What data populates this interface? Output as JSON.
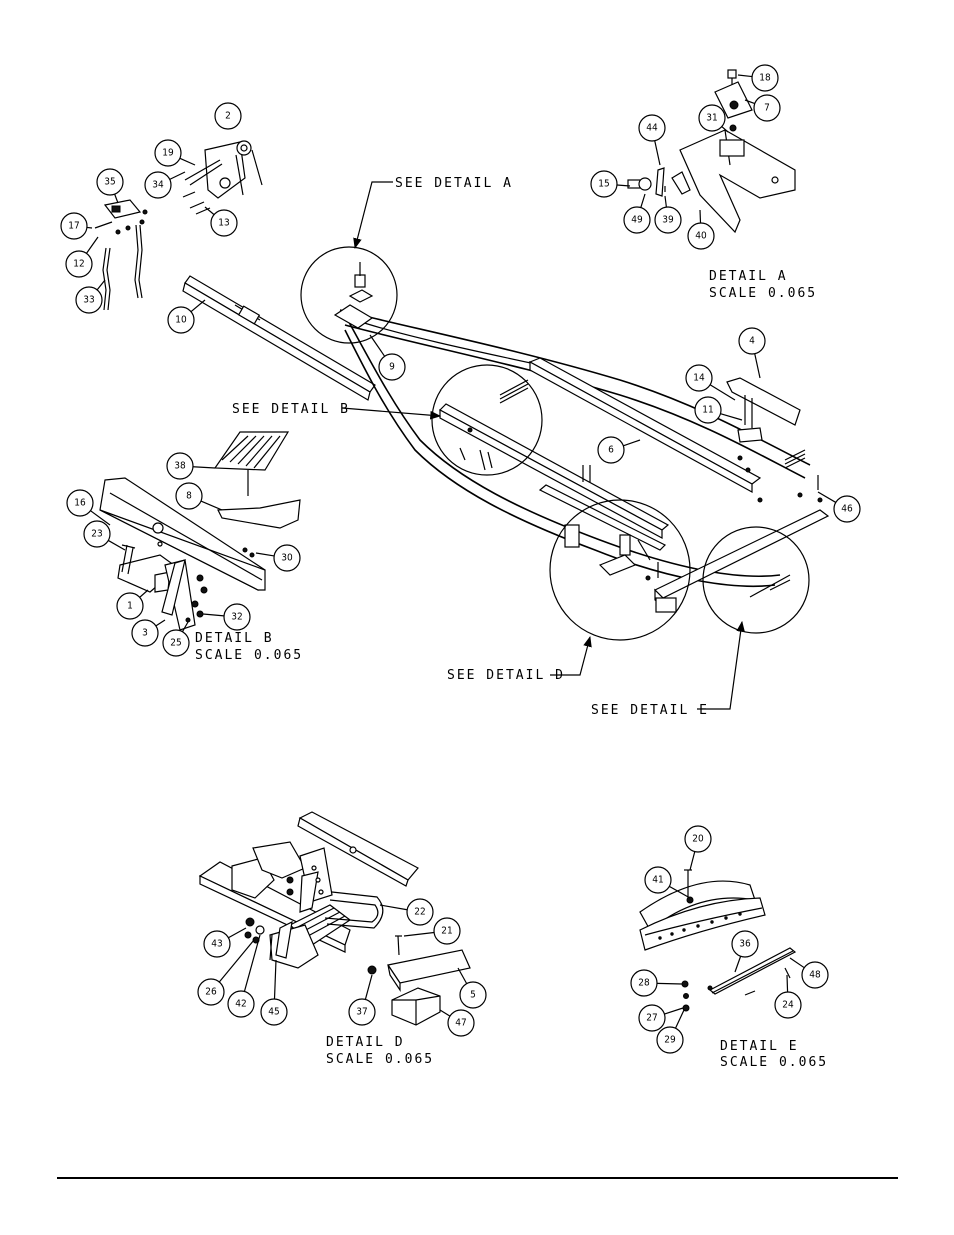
{
  "detail_labels": {
    "see_a": "SEE DETAIL  A",
    "see_b": "SEE DETAIL  B",
    "see_d": "SEE DETAIL  D",
    "see_e": "SEE DETAIL  E",
    "a_title": "DETAIL  A",
    "a_scale": "SCALE  0.065",
    "b_title": "DETAIL  B",
    "b_scale": "SCALE  0.065",
    "d_title": "DETAIL  D",
    "d_scale": "SCALE  0.065",
    "e_title": "DETAIL  E",
    "e_scale": "SCALE  0.065"
  },
  "callouts": [
    "2",
    "19",
    "34",
    "13",
    "35",
    "17",
    "12",
    "33",
    "10",
    "9",
    "18",
    "7",
    "31",
    "44",
    "15",
    "49",
    "39",
    "40",
    "4",
    "14",
    "11",
    "6",
    "46",
    "38",
    "8",
    "16",
    "23",
    "30",
    "1",
    "3",
    "25",
    "32",
    "22",
    "21",
    "43",
    "26",
    "42",
    "45",
    "37",
    "5",
    "47",
    "20",
    "41",
    "36",
    "48",
    "28",
    "27",
    "29",
    "24"
  ]
}
